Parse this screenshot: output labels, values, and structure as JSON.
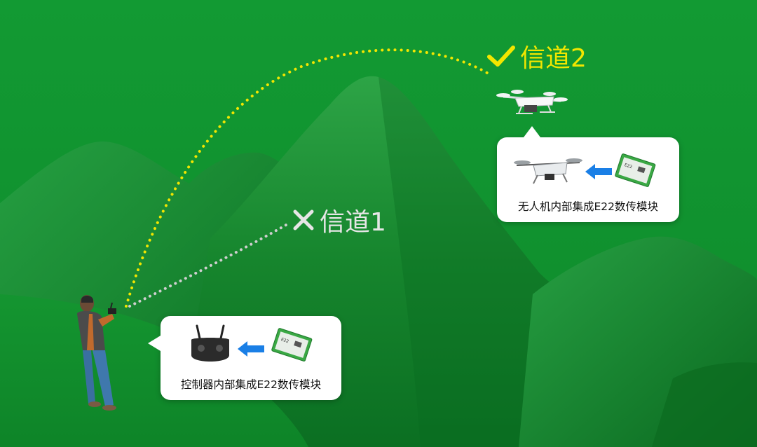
{
  "channel_good": {
    "label": "信道2",
    "status_icon": "check-icon",
    "color": "#f2e600"
  },
  "channel_bad": {
    "label": "信道1",
    "status_icon": "cross-icon",
    "color": "#e6e6e6"
  },
  "drone_callout": {
    "caption": "无人机内部集成E22数传模块"
  },
  "controller_callout": {
    "caption": "控制器内部集成E22数传模块"
  },
  "colors": {
    "background": "#14962f",
    "arrow": "#1a7fe6",
    "module_board": "#3aa844"
  }
}
